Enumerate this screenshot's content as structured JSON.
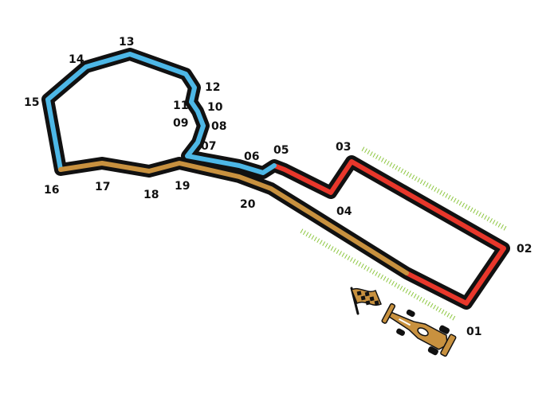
{
  "track": {
    "colors": {
      "outline": "#111111",
      "sector_1": "#e8372b",
      "sector_2": "#4db7e6",
      "sector_3": "#c8913f",
      "kerb_marks": "#8cc63f"
    },
    "turns": [
      "01",
      "02",
      "03",
      "04",
      "05",
      "06",
      "07",
      "08",
      "09",
      "10",
      "11",
      "12",
      "13",
      "14",
      "15",
      "16",
      "17",
      "18",
      "19",
      "20"
    ],
    "icons": [
      "checkered-flag-icon",
      "race-car-icon"
    ]
  }
}
